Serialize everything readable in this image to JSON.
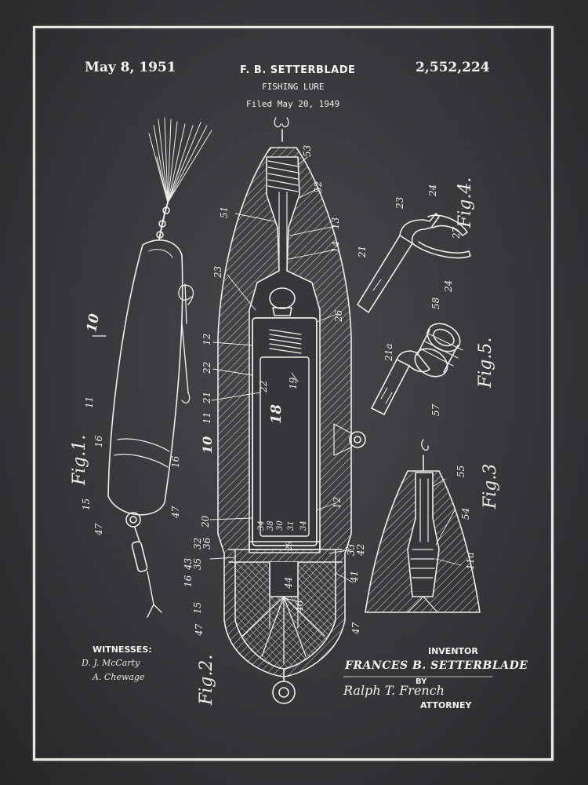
{
  "header": {
    "date": "May 8, 1951",
    "inventor": "F. B. SETTERBLADE",
    "title": "FISHING LURE",
    "filed": "Filed May 20, 1949",
    "patent_number": "2,552,224"
  },
  "figures": {
    "fig1": "Fig.1.",
    "fig2": "Fig.2.",
    "fig3": "Fig.3",
    "fig4": "Fig.4.",
    "fig5": "Fig.5."
  },
  "fig1_refs": [
    "10",
    "11",
    "16",
    "16",
    "15",
    "47",
    "47"
  ],
  "fig2_refs": [
    "53",
    "52",
    "51",
    "13",
    "14",
    "23",
    "26",
    "12",
    "22",
    "21",
    "11",
    "10",
    "18",
    "19",
    "22",
    "20",
    "12",
    "34",
    "38",
    "30",
    "29",
    "31",
    "34",
    "33",
    "42",
    "32",
    "36",
    "35",
    "43",
    "16",
    "15",
    "41",
    "44",
    "47",
    "47",
    "46"
  ],
  "fig4_refs": [
    "24",
    "23",
    "27",
    "21",
    "24"
  ],
  "fig5_refs": [
    "58",
    "21a",
    "57"
  ],
  "fig3_refs": [
    "55",
    "54",
    "11a"
  ],
  "footer": {
    "witnesses_label": "WITNESSES:",
    "witness_1": "D. J. McCarty",
    "witness_2": "A. Chewage",
    "inventor_label": "INVENTOR",
    "inventor_name": "FRANCES B. SETTERBLADE",
    "by_label": "BY",
    "attorney_signature": "Ralph T. French",
    "attorney_label": "ATTORNEY"
  },
  "colors": {
    "background": "#35373a",
    "ink": "#f0f0ea"
  }
}
